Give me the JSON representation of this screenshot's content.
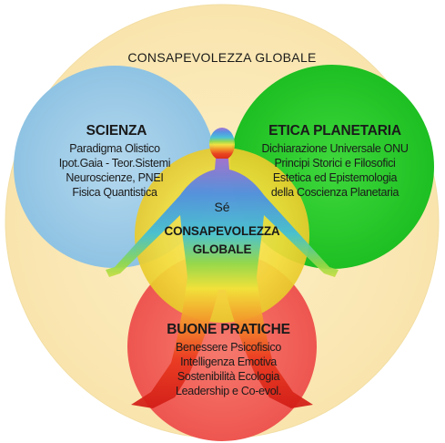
{
  "outer_title": "CONSAPEVOLEZZA GLOBALE",
  "center": {
    "self_label": "Sé",
    "line1": "CONSAPEVOLEZZA",
    "line2": "GLOBALE"
  },
  "circles": {
    "science": {
      "title": "SCIENZA",
      "items": [
        "Paradigma Olistico",
        "Ipot.Gaia - Teor.Sistemi",
        "Neuroscienze, PNEI",
        "Fisica Quantistica"
      ]
    },
    "ethics": {
      "title": "ETICA PLANETARIA",
      "items": [
        "Dichiarazione Universale ONU",
        "Principi Storici e Filosofici",
        "Estetica ed Epistemologia",
        "della Coscienza Planetaria"
      ]
    },
    "practice": {
      "title": "BUONE PRATICHE",
      "items": [
        "Benessere Psicofisico",
        "Intelligenza Emotiva",
        "Sostenibilità Ecologia",
        "Leadership e Co-evol."
      ]
    }
  },
  "colors": {
    "outer": "#fbe9b9",
    "science": "#9ccbe6",
    "ethics": "#22c92a",
    "practice": "#f2605a",
    "center": "#f5df3f"
  }
}
